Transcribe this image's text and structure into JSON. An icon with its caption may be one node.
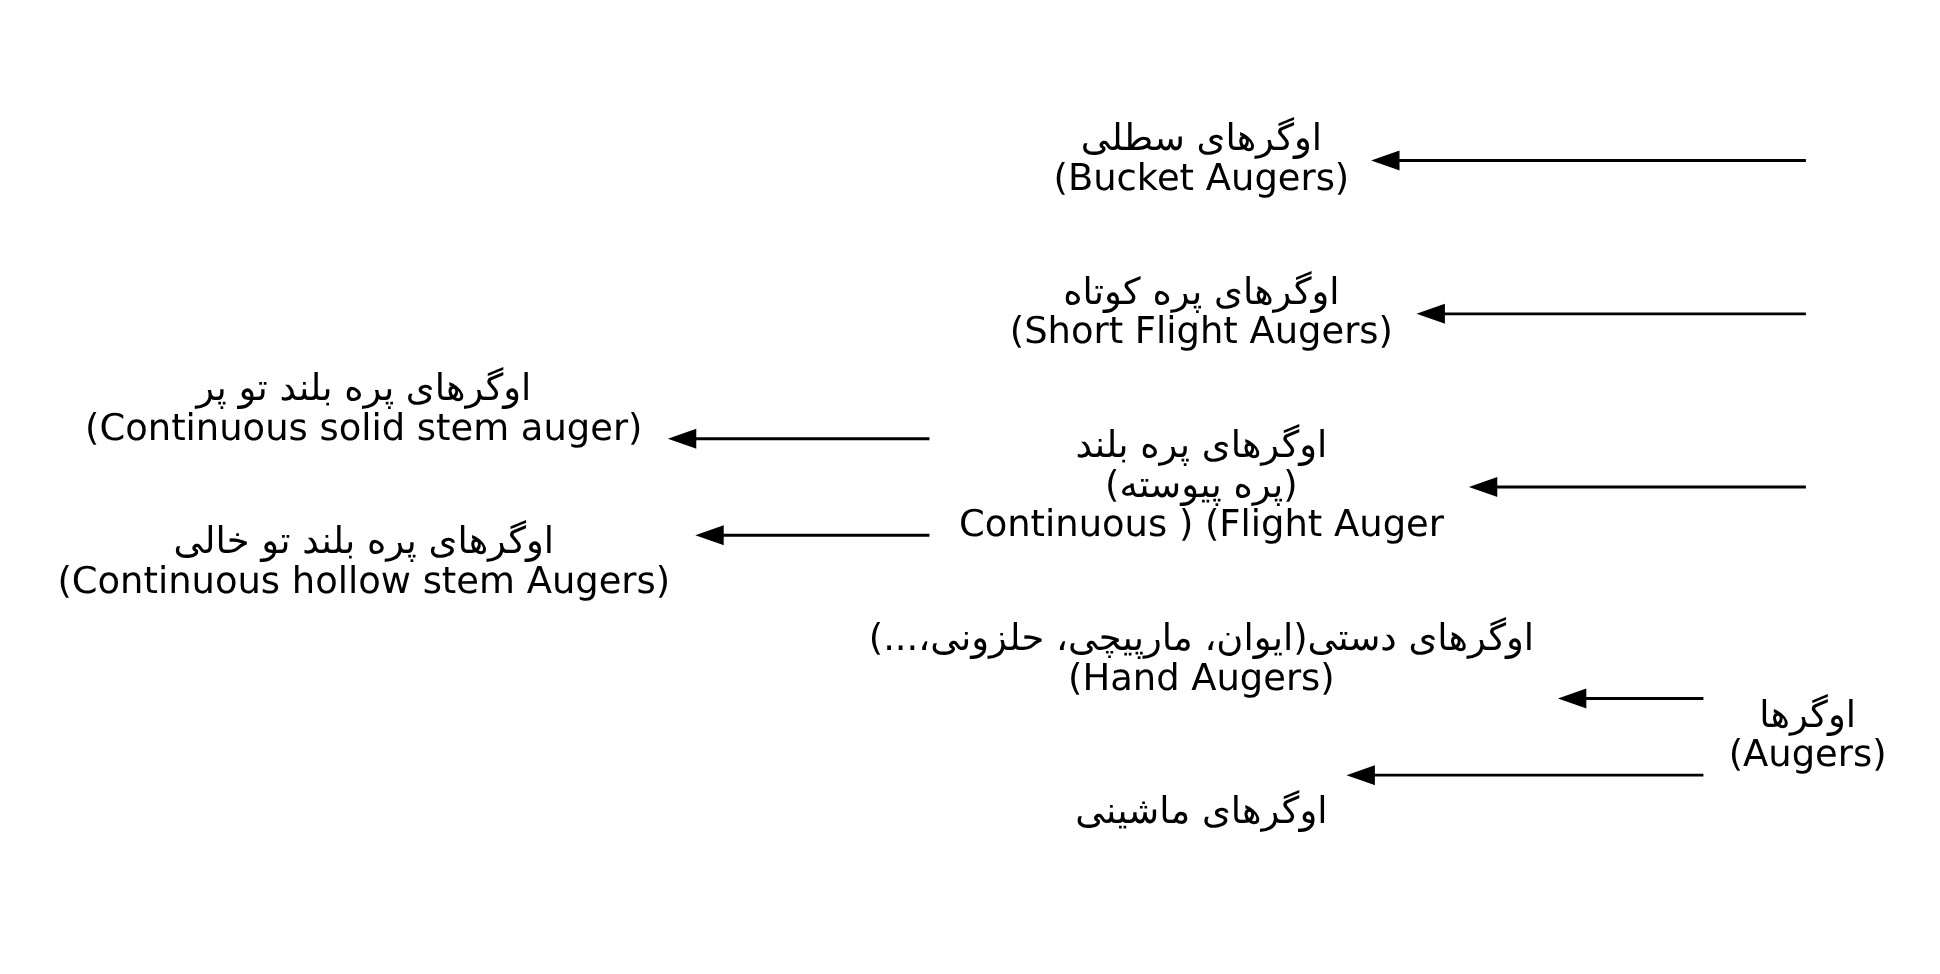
{
  "diagram": {
    "nodes": [
      {
        "text": [
          "اوگرها",
          "(Augers)"
        ]
      },
      {
        "text": [
          "اوگرهای دستی(ایوان، مارپیچی، حلزونی،...)",
          "(Hand Augers)"
        ]
      },
      {
        "text": [
          "اوگرهای ماشینی"
        ]
      },
      {
        "text": [
          "اوگرهای پره بلند",
          "(پره پیوسته)",
          "Continuous ) (Flight Auger"
        ]
      },
      {
        "text": [
          "اوگرهای پره کوتاه",
          "(Short Flight Augers)"
        ]
      },
      {
        "text": [
          "اوگرهای سطلی",
          "(Bucket Augers)"
        ]
      },
      {
        "text": [
          "اوگرهای پره بلند تو پر",
          "(Continuous solid stem auger)"
        ]
      },
      {
        "text": [
          "اوگرهای پره بلند تو خالی",
          "(Continuous hollow stem Augers)"
        ]
      }
    ],
    "edges": [
      {
        "from": 0,
        "to": 1,
        "arrow": "to"
      },
      {
        "from": 0,
        "to": 2,
        "arrow": "to"
      },
      {
        "from": null,
        "to": 3,
        "arrow": "to"
      },
      {
        "from": null,
        "to": 4,
        "arrow": "to"
      },
      {
        "from": null,
        "to": 5,
        "arrow": "to"
      },
      {
        "from": 3,
        "to": 6,
        "arrow": "to"
      },
      {
        "from": 3,
        "to": 7,
        "arrow": "to"
      }
    ]
  }
}
